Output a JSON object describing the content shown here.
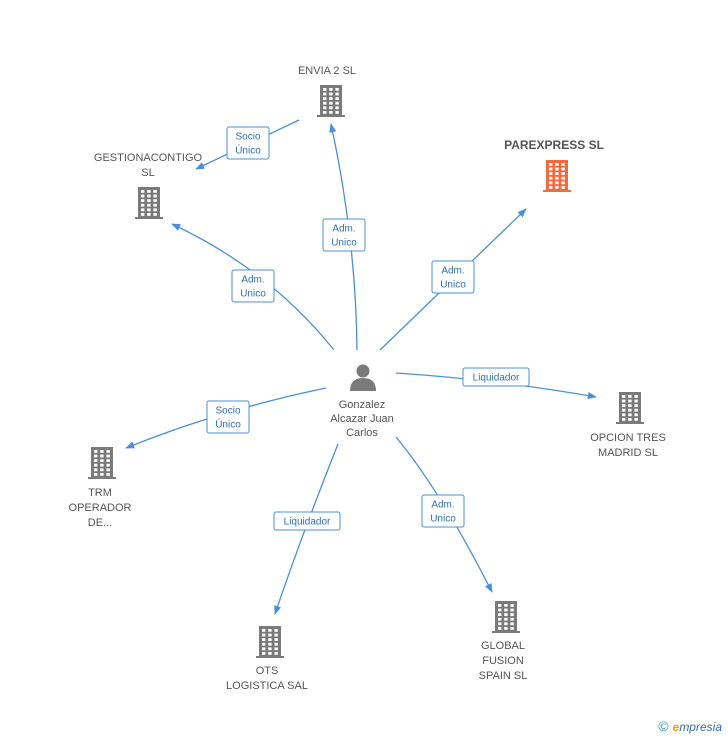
{
  "center": {
    "label": [
      "Gonzalez",
      "Alcazar Juan",
      "Carlos"
    ],
    "icon": "person-icon"
  },
  "nodes": [
    {
      "id": "envia",
      "label": [
        "ENVIA 2  SL"
      ],
      "icon": "building-icon",
      "highlight": false
    },
    {
      "id": "gestiona",
      "label": [
        "GESTIONACONTIGO",
        "SL"
      ],
      "icon": "building-icon",
      "highlight": false
    },
    {
      "id": "parexpress",
      "label": [
        "PAREXPRESS SL"
      ],
      "icon": "building-icon",
      "highlight": true
    },
    {
      "id": "opcion",
      "label": [
        "OPCION TRES",
        "MADRID SL"
      ],
      "icon": "building-icon",
      "highlight": false
    },
    {
      "id": "trm",
      "label": [
        "TRM",
        "OPERADOR",
        "DE..."
      ],
      "icon": "building-icon",
      "highlight": false
    },
    {
      "id": "ots",
      "label": [
        "OTS",
        "LOGISTICA SAL"
      ],
      "icon": "building-icon",
      "highlight": false
    },
    {
      "id": "global",
      "label": [
        "GLOBAL",
        "FUSION",
        "SPAIN  SL"
      ],
      "icon": "building-icon",
      "highlight": false
    }
  ],
  "edges": [
    {
      "from": "center",
      "to": "envia",
      "label": [
        "Adm.",
        "Unico"
      ]
    },
    {
      "from": "envia",
      "to": "gestiona",
      "label": [
        "Socio",
        "Único"
      ]
    },
    {
      "from": "center",
      "to": "gestiona",
      "label": [
        "Adm.",
        "Unico"
      ]
    },
    {
      "from": "center",
      "to": "parexpress",
      "label": [
        "Adm.",
        "Unico"
      ]
    },
    {
      "from": "center",
      "to": "opcion",
      "label": [
        "Liquidador"
      ]
    },
    {
      "from": "center",
      "to": "trm",
      "label": [
        "Socio",
        "Único"
      ]
    },
    {
      "from": "center",
      "to": "ots",
      "label": [
        "Liquidador"
      ]
    },
    {
      "from": "center",
      "to": "global",
      "label": [
        "Adm.",
        "Unico"
      ]
    }
  ],
  "colors": {
    "edge": "#4a90d9",
    "icon": "#7a7a7a",
    "highlight": "#f26a3d"
  },
  "footer": {
    "copyright": "©",
    "brand_first": "e",
    "brand_rest": "mpresia"
  }
}
